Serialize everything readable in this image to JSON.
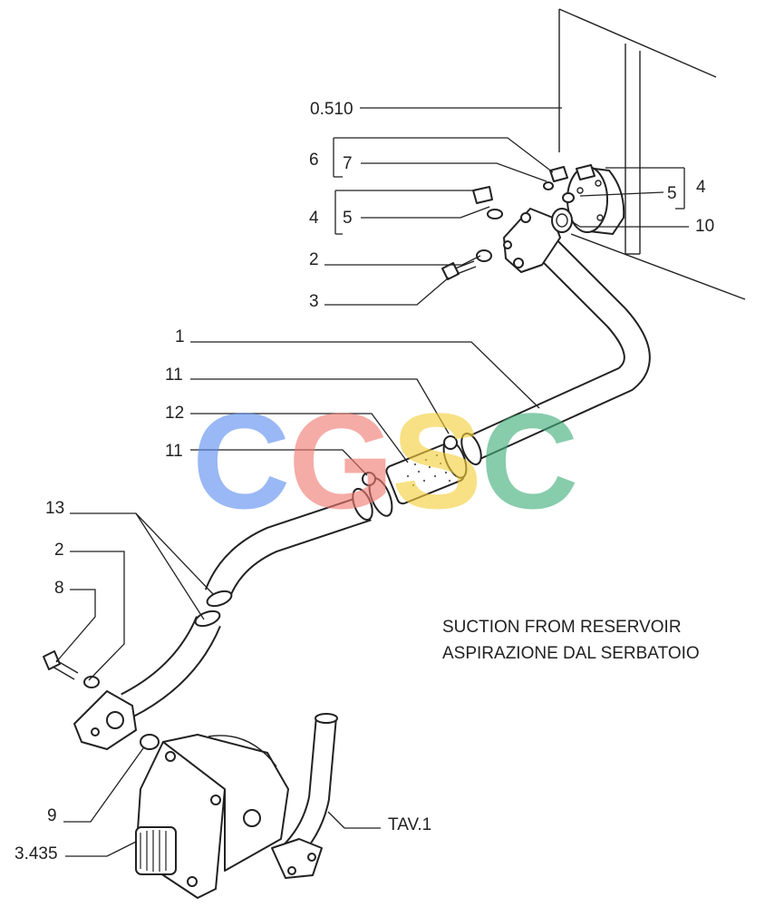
{
  "labels": {
    "l_0510": "0.510",
    "l_6": "6",
    "l_7": "7",
    "l_4_left": "4",
    "l_5_left": "5",
    "l_5_right": "5",
    "l_4_right": "4",
    "l_10": "10",
    "l_2_top": "2",
    "l_3": "3",
    "l_1": "1",
    "l_11_top": "11",
    "l_12": "12",
    "l_11_mid": "11",
    "l_13": "13",
    "l_2_left": "2",
    "l_8": "8",
    "l_9": "9",
    "l_3435": "3.435",
    "l_tav": "TAV.1"
  },
  "caption": {
    "line1": "SUCTION FROM RESERVOIR",
    "line2": "ASPIRAZIONE DAL SERBATOIO"
  },
  "watermark": {
    "colors": [
      "#5b8ef0",
      "#f07a70",
      "#f5cf3a",
      "#3fae78"
    ]
  }
}
